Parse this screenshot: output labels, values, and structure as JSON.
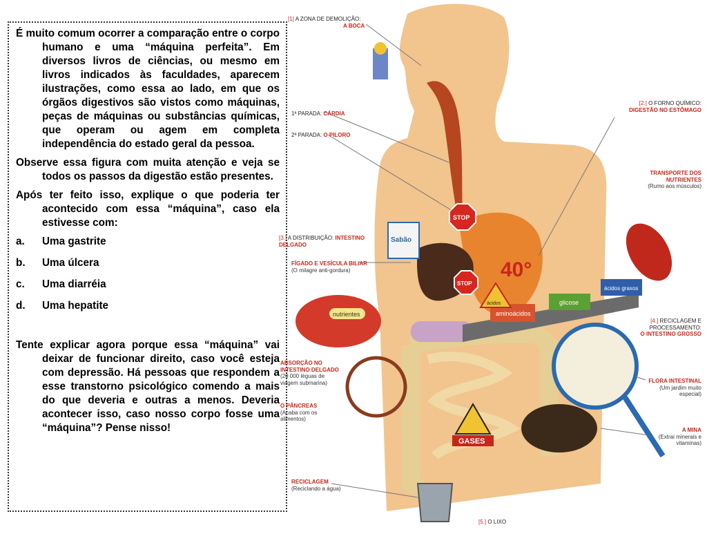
{
  "text": {
    "p1": "É muito comum ocorrer a comparação entre o corpo humano e uma “máquina perfeita”. Em diversos livros de ciências, ou mesmo em livros indicados às faculdades, aparecem ilustrações, como essa ao lado, em que os órgãos digestivos são vistos como máquinas, peças de máquinas ou substâncias químicas, que operam ou agem em completa independência do estado geral da pessoa.",
    "p2": "Observe essa figura com muita atenção e veja se todos os passos da digestão estão presentes.",
    "p3": "Após ter feito isso, explique o que poderia ter acontecido com essa “máquina”, caso ela estivesse com:",
    "list": [
      {
        "marker": "a.",
        "label": "Uma gastrite"
      },
      {
        "marker": "b.",
        "label": "Uma úlcera"
      },
      {
        "marker": "c.",
        "label": "Uma diarréia"
      },
      {
        "marker": "d.",
        "label": "Uma hepatite"
      }
    ],
    "p4": "Tente explicar agora porque essa “máquina” vai deixar de funcionar direito, caso você esteja com depressão. Há pessoas que respondem a esse transtorno psicológico comendo a mais do que deveria e outras a menos. Deveria acontecer isso, caso nosso corpo fosse uma “máquina”? Pense nisso!"
  },
  "labels": {
    "l1_num": "[1]",
    "l1_title": "A ZONA DE DEMOLIÇÃO:",
    "l1_red": "A BOCA",
    "parada1": "1ª PARADA:",
    "parada1_red": "CÁRDIA",
    "parada2": "2ª PARADA:",
    "parada2_red": "O PILORO",
    "l2_num": "[2.]",
    "l2_title": "O FORNO QUÍMICO:",
    "l2_red": "DIGESTÃO NO ESTÔMAGO",
    "transporte_red": "TRANSPORTE DOS NUTRIENTES",
    "transporte_sub": "(Rumo aos músculos)",
    "l3_num": "[3.]",
    "l3_title": "A DISTRIBUIÇÃO:",
    "l3_red": "INTESTINO DELGADO",
    "figado_red": "FÍGADO E VESÍCULA BILIAR",
    "figado_sub": "(O milagre anti-gordura)",
    "l4_num": "[4.]",
    "l4_title": "RECICLAGEM E PROCESSAMENTO:",
    "l4_red": "O INTESTINO GROSSO",
    "absorcao_red": "ABSORÇÃO NO INTESTINO DELGADO",
    "absorcao_sub": "(20 000 léguas de viagem submarina)",
    "pancreas_red": "O PÂNCREAS",
    "pancreas_sub": "(Acaba com os alimentos)",
    "flora_red": "FLORA INTESTINAL",
    "flora_sub": "(Um jardim muito especial)",
    "mina_red": "A MINA",
    "mina_sub": "(Extrai minerais e vitaminas)",
    "reciclagem_red": "RECICLAGEM",
    "reciclagem_sub": "(Reciclando a água)",
    "l5_num": "[5.]",
    "l5_title": "O LIXO",
    "stop": "STOP",
    "temp": "40°",
    "gases": "GASES",
    "acidos": "ácidos",
    "nutrientes": "nutrientes",
    "aminoacidos": "aminoácidos",
    "glicose": "glicose",
    "acidos_graxos": "ácidos graxos",
    "sabao": "Sabão"
  },
  "colors": {
    "skin": "#f2c48e",
    "esophagus": "#b5461f",
    "stomach": "#e8842e",
    "intestine": "#f0d9a4",
    "label_red": "#c8261b",
    "muscle": "#c0281c"
  }
}
